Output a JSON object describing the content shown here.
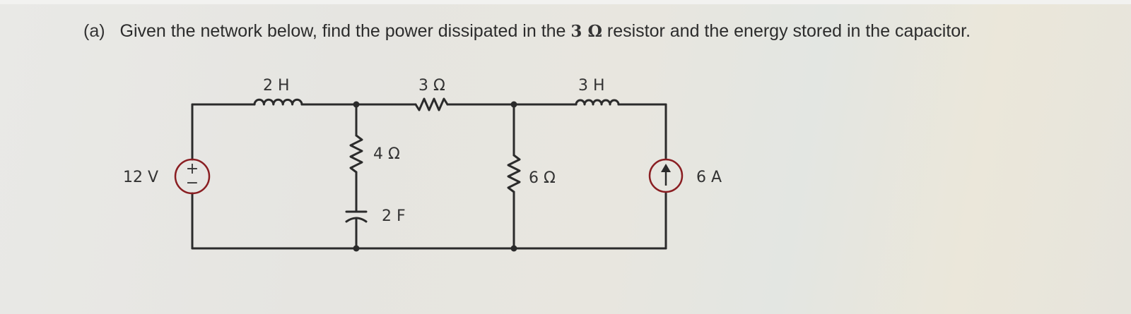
{
  "question": {
    "label": "(a)",
    "text_part1": "Given the network below, find the power dissipated in the",
    "highlight_value": "3",
    "highlight_unit": "Ω",
    "text_part2": "resistor and the energy stored in the capacitor."
  },
  "components": {
    "voltage_source": {
      "label": "12 V",
      "plus": "+",
      "minus": "−"
    },
    "inductor_left": {
      "label": "2 H"
    },
    "resistor_series": {
      "label": "3 Ω"
    },
    "inductor_right": {
      "label": "3 H"
    },
    "resistor_branch": {
      "label": "4 Ω"
    },
    "capacitor": {
      "label": "2 F"
    },
    "resistor_shunt": {
      "label": "6 Ω"
    },
    "current_source": {
      "label": "6 A"
    }
  },
  "colors": {
    "wire": "#2b2b2b",
    "source_ring": "#8a1e22",
    "text": "#333333"
  }
}
